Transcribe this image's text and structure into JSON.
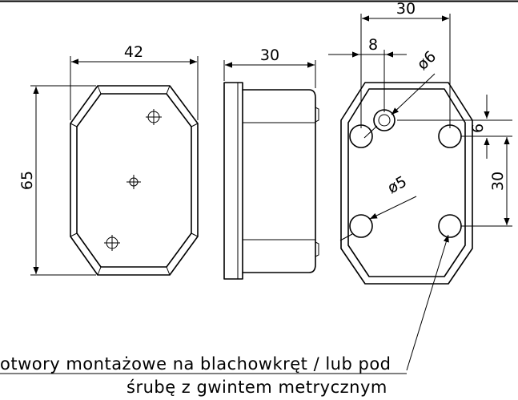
{
  "front_view": {
    "width_dim": "42",
    "height_dim": "65"
  },
  "side_view": {
    "depth_dim": "30"
  },
  "back_view": {
    "hole_spacing_horizontal": "30",
    "center_hole_offset": "8",
    "center_hole_diameter": "ø6",
    "top_offset": "6",
    "hole_spacing_vertical": "30",
    "mount_hole_diameter": "ø5"
  },
  "note": {
    "line1": "otwory montażowe na blachowkręt / lub pod",
    "line2": "śrubę z gwintem metrycznym"
  }
}
